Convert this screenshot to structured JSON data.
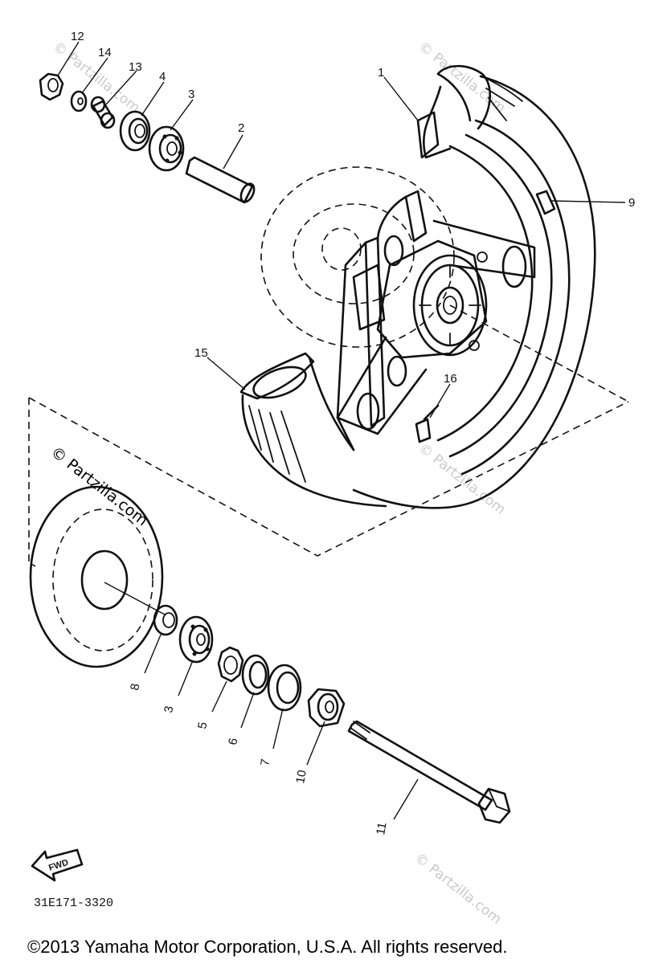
{
  "diagram": {
    "callouts": {
      "c1": "1",
      "c2": "2",
      "c3a": "3",
      "c4": "4",
      "c12": "12",
      "c13": "13",
      "c14": "14",
      "c9": "9",
      "c15": "15",
      "c16": "16",
      "c8": "8",
      "c3b": "3",
      "c5": "5",
      "c6": "6",
      "c7": "7",
      "c10": "10",
      "c11": "11"
    },
    "fwd_label": "FWD",
    "part_code": "31E171-3320",
    "watermark_main": "© Partzilla.com",
    "watermark_faint": "© Partzilla.com",
    "copyright": "©2013  Yamaha Motor Corporation, U.S.A. All rights reserved."
  }
}
